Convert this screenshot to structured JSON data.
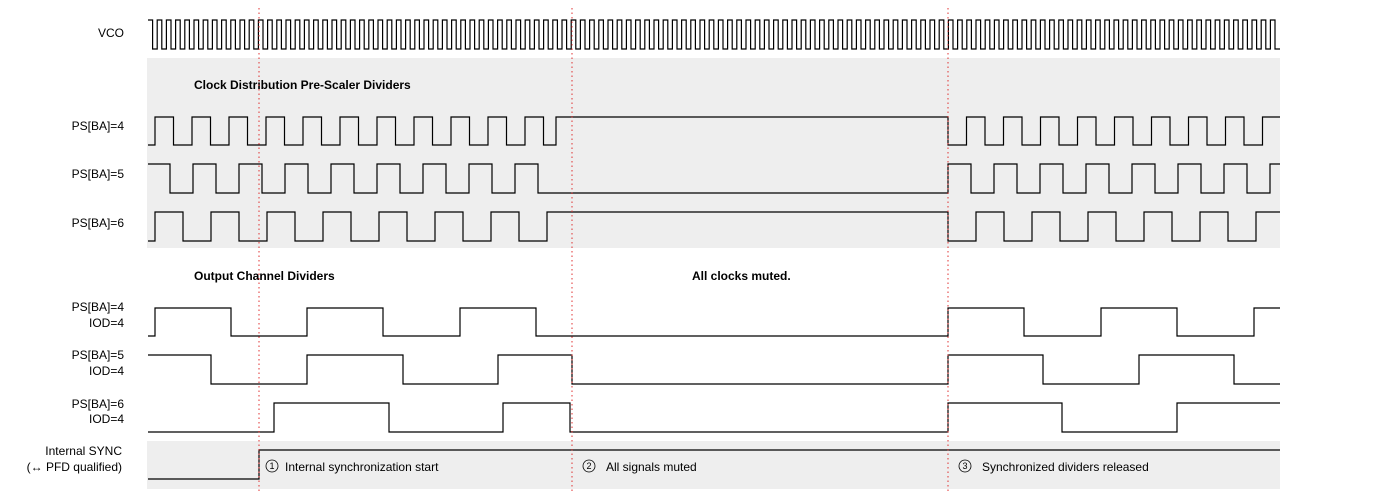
{
  "colors": {
    "band": "#eeeeee",
    "wave": "#000000",
    "marker": "#e03030"
  },
  "labels": {
    "vco": "VCO",
    "ps_ba_4": "PS[BA]=4",
    "ps_ba_5": "PS[BA]=5",
    "ps_ba_6": "PS[BA]=6",
    "out_ps_ba_4": "PS[BA]=4",
    "out_ps_ba_5": "PS[BA]=5",
    "out_ps_ba_6": "PS[BA]=6",
    "iod_4": "IOD=4",
    "sync_line1": "Internal SYNC",
    "sync_line2": "(↔ PFD qualified)"
  },
  "sections": {
    "prescaler_title": "Clock Distribution Pre-Scaler Dividers",
    "output_title": "Output Channel Dividers",
    "muted_note": "All clocks muted."
  },
  "annotations": [
    {
      "number": "1",
      "text": "Internal synchronization start"
    },
    {
      "number": "2",
      "text": "All signals muted"
    },
    {
      "number": "3",
      "text": "Synchronized dividers released"
    }
  ]
}
